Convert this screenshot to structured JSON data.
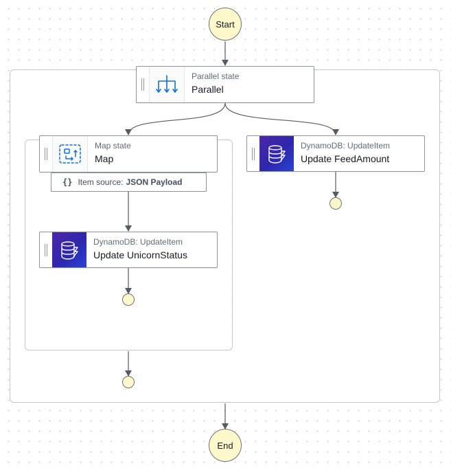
{
  "start_label": "Start",
  "end_label": "End",
  "parallel_node": {
    "type": "Parallel state",
    "name": "Parallel",
    "icon": "parallel-state-icon"
  },
  "map_node": {
    "type": "Map state",
    "name": "Map",
    "icon": "map-state-icon"
  },
  "item_source": {
    "label": "Item source:",
    "value": "JSON Payload",
    "icon": "json-braces-icon",
    "glyph": "{}"
  },
  "unicorn_node": {
    "type": "DynamoDB: UpdateItem",
    "name": "Update UnicornStatus",
    "icon": "dynamodb-icon"
  },
  "feed_node": {
    "type": "DynamoDB: UpdateItem",
    "name": "Update FeedAmount",
    "icon": "dynamodb-icon"
  },
  "colors": {
    "terminal_fill": "#fdf7cc",
    "connector": "#545b64",
    "node_border": "#8d9399",
    "accent_blue": "#0972d3",
    "dynamodb_start": "#4d27a8",
    "dynamodb_end": "#2a44d3"
  }
}
